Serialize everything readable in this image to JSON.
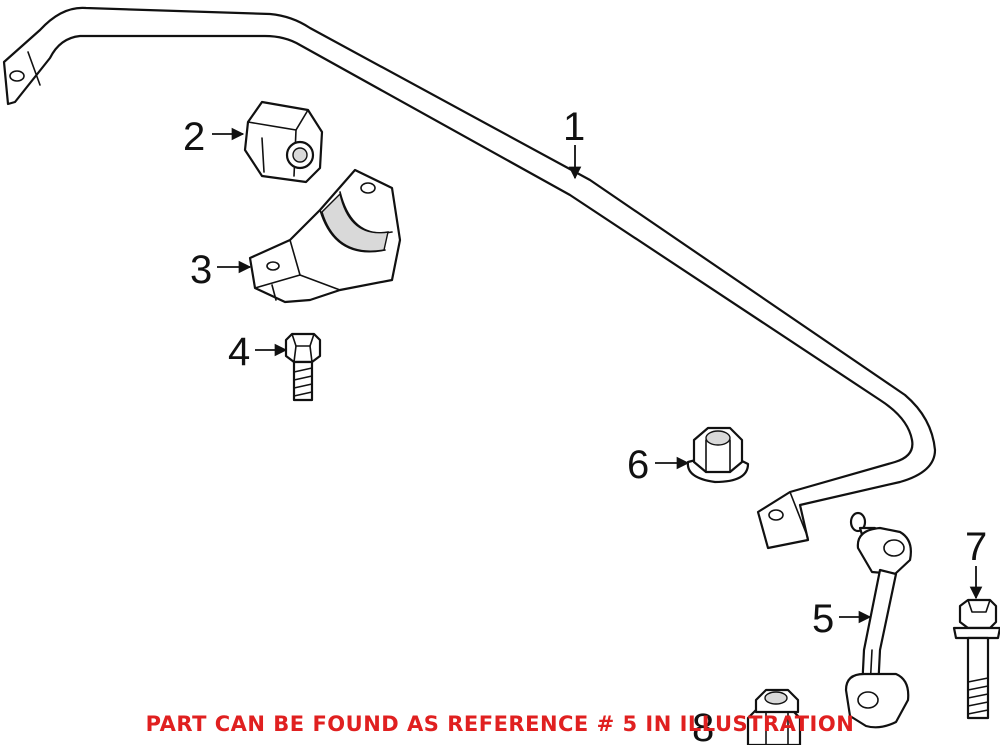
{
  "callouts": {
    "c1": "1",
    "c2": "2",
    "c3": "3",
    "c4": "4",
    "c5": "5",
    "c6": "6",
    "c7": "7",
    "c8": "8"
  },
  "notice": {
    "text": "PART CAN BE FOUND AS REFERENCE # 5 IN ILLUSTRATION",
    "color": "#e02020"
  }
}
